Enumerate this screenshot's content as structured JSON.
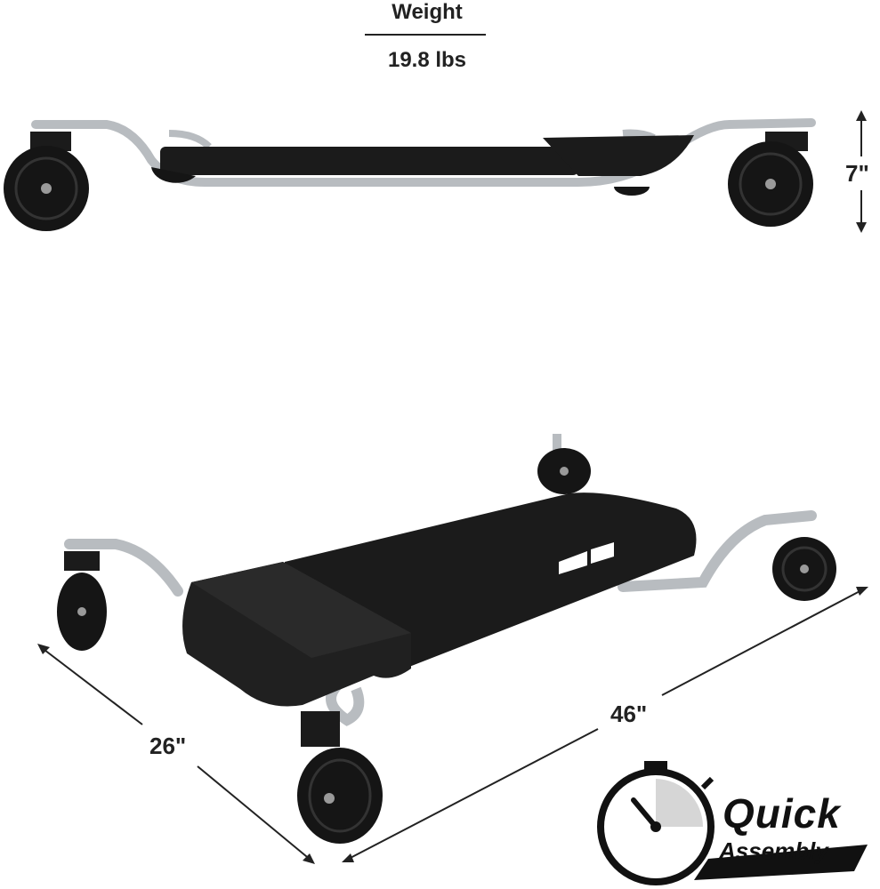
{
  "weight": {
    "label": "Weight",
    "value": "19.8 lbs"
  },
  "dimensions": {
    "height": "7\"",
    "width": "26\"",
    "length": "46\""
  },
  "badge": {
    "line1": "Quick",
    "line2": "Assembly"
  },
  "colors": {
    "frame": "#b8bcc0",
    "pad": "#1b1b1b",
    "wheel": "#151515",
    "text": "#222222"
  }
}
